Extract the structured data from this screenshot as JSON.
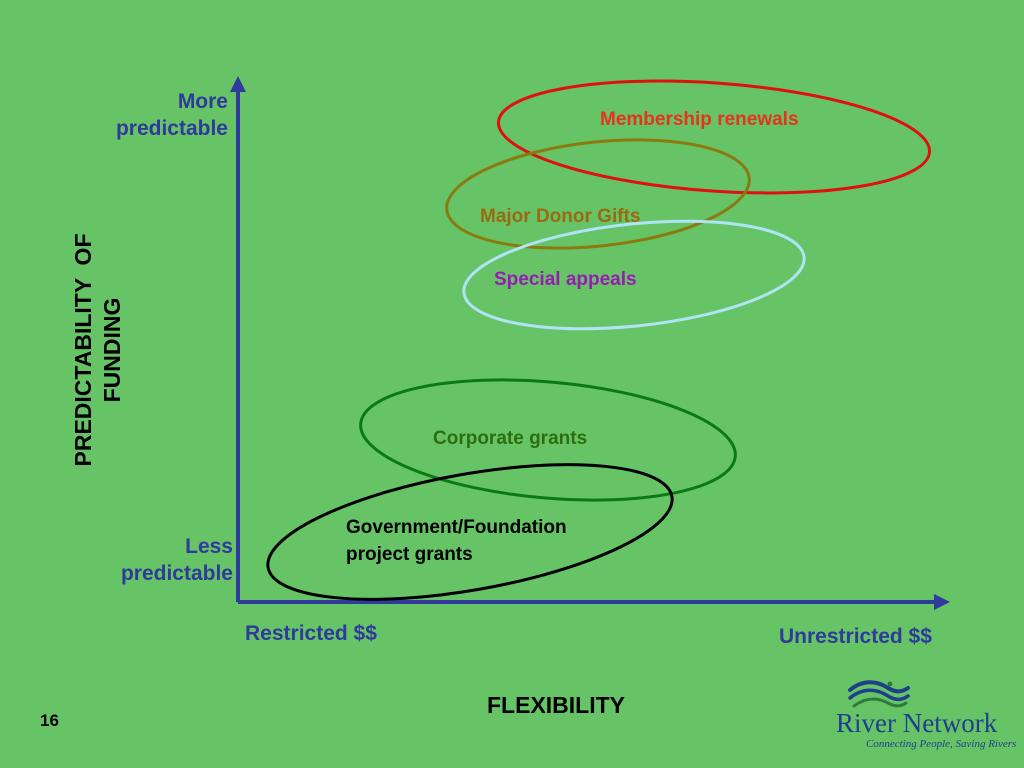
{
  "diagram": {
    "y_axis": {
      "top_label": [
        "More",
        "predictable"
      ],
      "bottom_label": [
        "Less",
        "predictable"
      ],
      "title": [
        "PREDICTABILITY  OF",
        "FUNDING"
      ]
    },
    "x_axis": {
      "left_label": "Restricted $$",
      "right_label": "Unrestricted $$",
      "title": "FLEXIBILITY"
    },
    "ovals": [
      {
        "label": "Membership renewals",
        "color": "#e8321e",
        "stroke": "#e01010"
      },
      {
        "label": "Major Donor Gifts",
        "color": "#9a6a10",
        "stroke": "#8a7a10"
      },
      {
        "label": "Special appeals",
        "color": "#9a1ab8",
        "stroke": "#b0e4f4"
      },
      {
        "label": "Corporate grants",
        "color": "#2e6e10",
        "stroke": "#0b7a12"
      },
      {
        "label": [
          "Government/Foundation",
          "project grants"
        ],
        "color": "#000000",
        "stroke": "#000000"
      }
    ],
    "axis_color": "#2f3a9a"
  },
  "footer": {
    "page_number": "16",
    "logo_name": "River Network",
    "logo_tagline": "Connecting People, Saving Rivers"
  }
}
